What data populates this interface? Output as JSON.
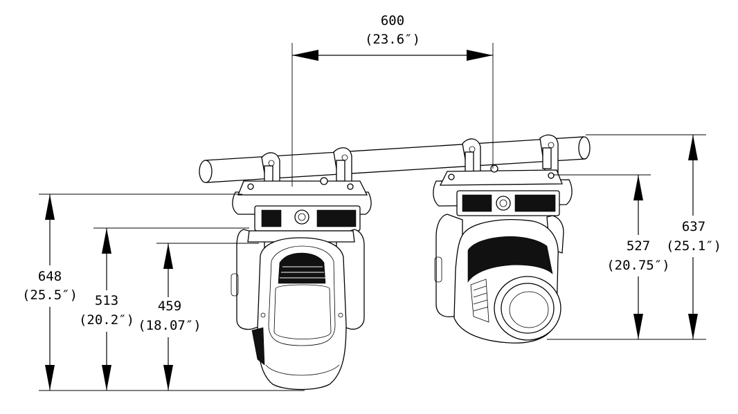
{
  "dimensions": {
    "top_width": {
      "value": "600",
      "inches": "(23.6″)"
    },
    "left_overall": {
      "value": "648",
      "inches": "(25.5″)"
    },
    "left_mid": {
      "value": "513",
      "inches": "(20.2″)"
    },
    "left_inner": {
      "value": "459",
      "inches": "(18.07″)"
    },
    "right_inner": {
      "value": "527",
      "inches": "(20.75″)"
    },
    "right_overall": {
      "value": "637",
      "inches": "(25.1″)"
    }
  },
  "colors": {
    "line": "#000000",
    "background": "#ffffff"
  }
}
